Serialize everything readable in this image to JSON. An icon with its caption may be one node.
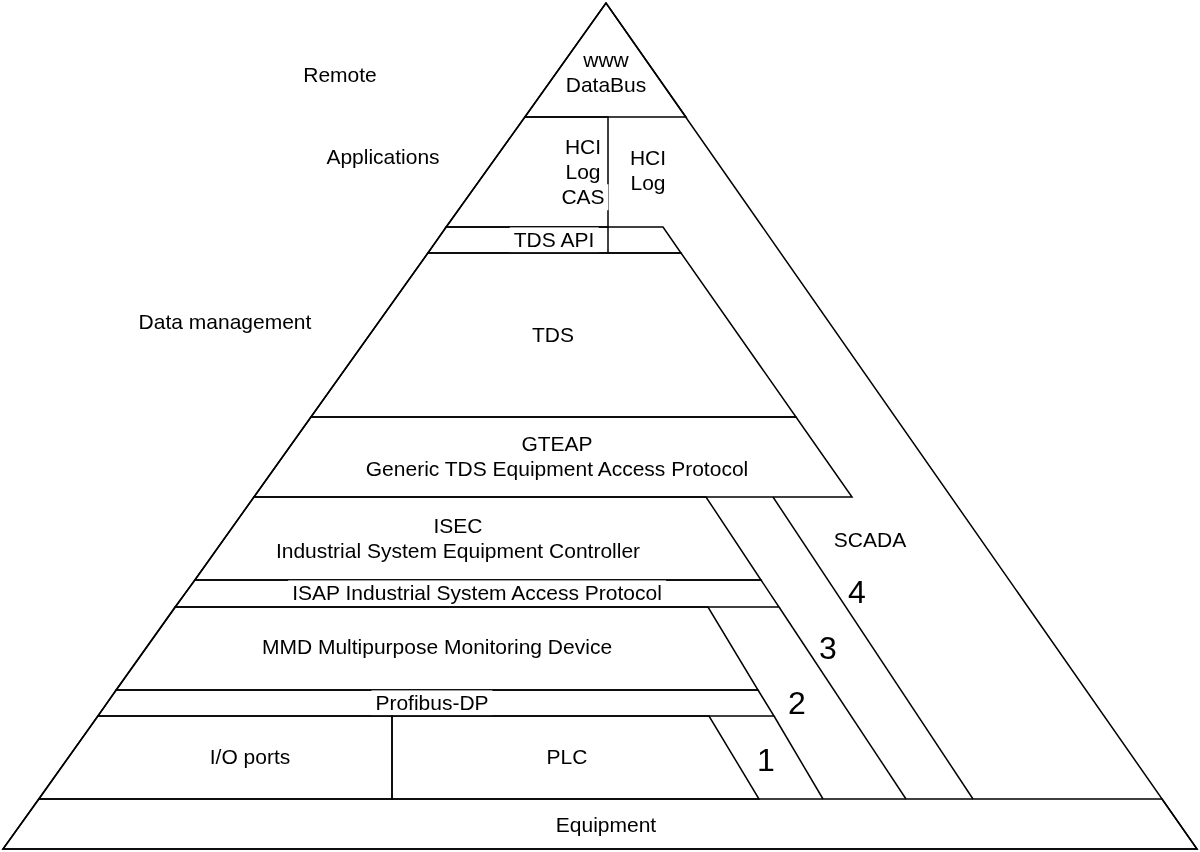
{
  "diagram": {
    "nodes": [
      {
        "text": [
          "www",
          "DataBus"
        ]
      },
      {
        "text": [
          "HCI",
          "Log",
          "CAS"
        ]
      },
      {
        "text": [
          "HCI",
          "Log"
        ]
      },
      {
        "text": [
          "TDS API"
        ]
      },
      {
        "text": [
          "TDS"
        ]
      },
      {
        "text": [
          "GTEAP",
          "Generic TDS Equipment Access Protocol"
        ]
      },
      {
        "text": [
          "ISEC",
          "Industrial System Equipment Controller"
        ]
      },
      {
        "text": [
          "ISAP Industrial System Access Protocol"
        ]
      },
      {
        "text": [
          "MMD Multipurpose Monitoring Device"
        ]
      },
      {
        "text": [
          "Profibus-DP"
        ]
      },
      {
        "text": [
          "I/O ports"
        ]
      },
      {
        "text": [
          "PLC"
        ]
      },
      {
        "text": [
          "Equipment"
        ]
      }
    ],
    "labels": [
      "Remote",
      "Applications",
      "Data management",
      "SCADA",
      "4",
      "3",
      "2",
      "1"
    ]
  }
}
